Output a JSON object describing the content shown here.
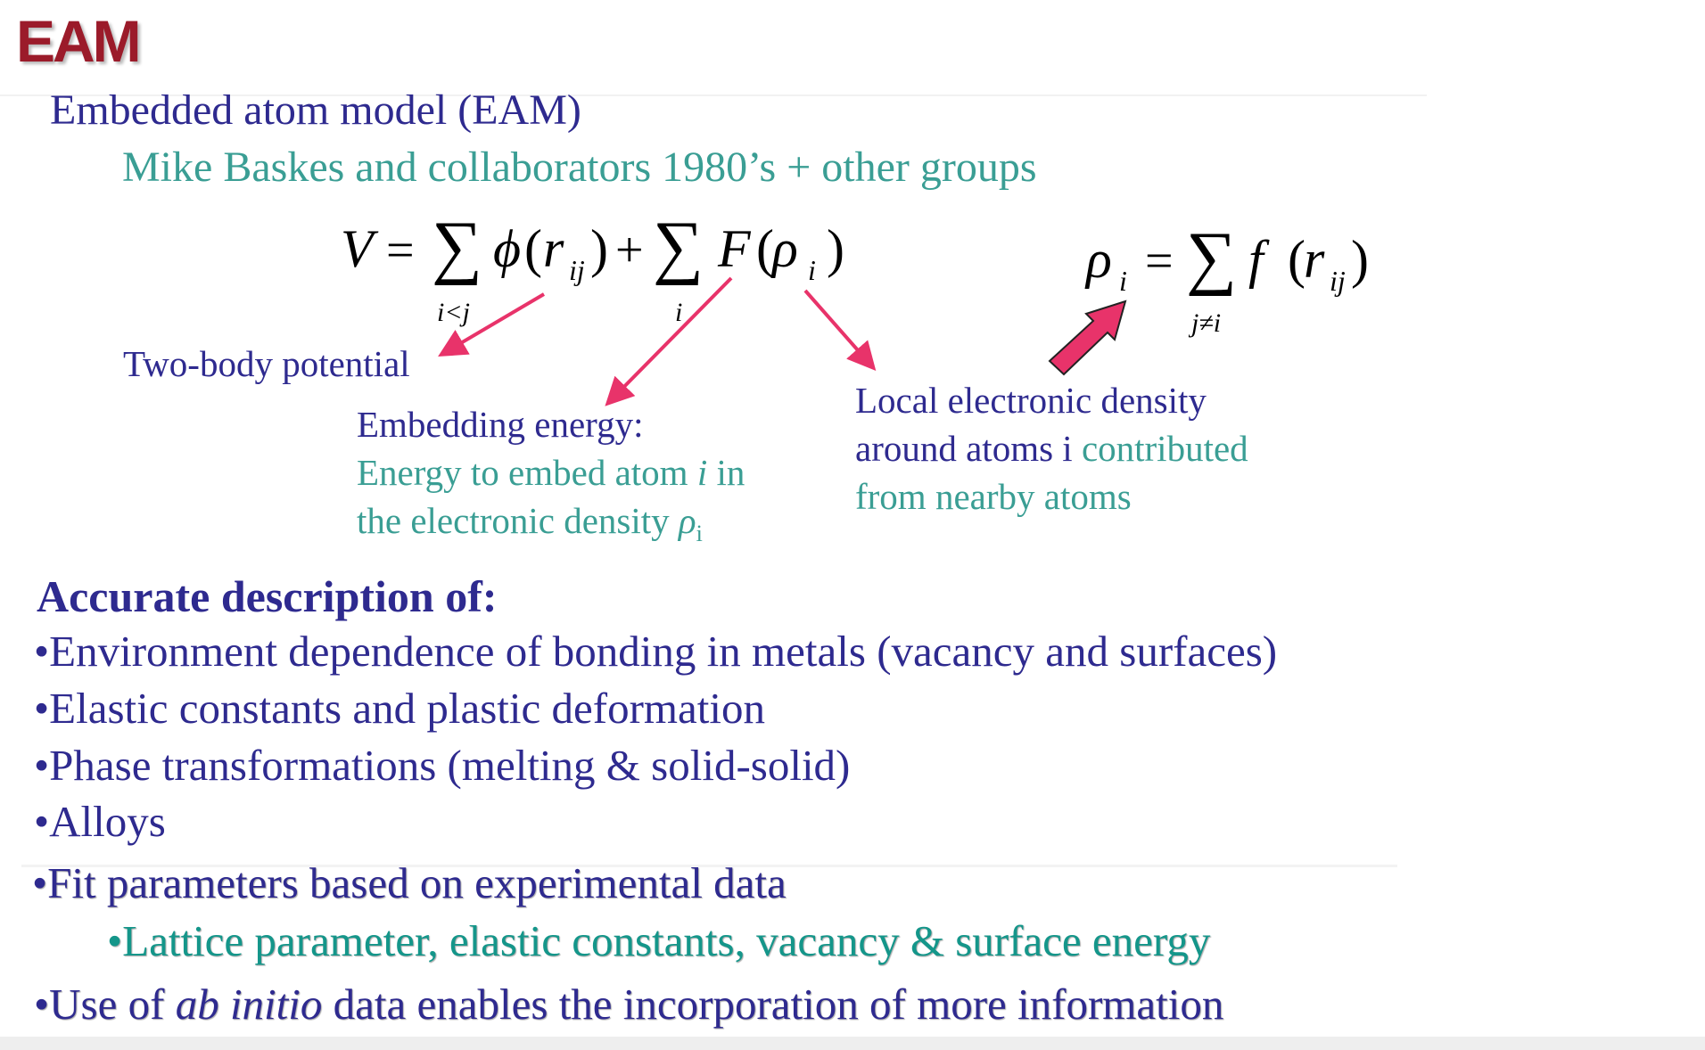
{
  "slide": {
    "title": "EAM",
    "heading": "Embedded atom model (EAM)",
    "subheading": "Mike Baskes and collaborators 1980’s + other groups"
  },
  "equation_energy": {
    "V": "V",
    "eq": "=",
    "sum1": "∑",
    "sum1_index": "i<j",
    "phi": "ϕ",
    "lp1": "(",
    "r1": "r",
    "r1_sub": "ij",
    "rp1": ")",
    "plus": "+",
    "sum2": "∑",
    "sum2_index": "i",
    "F": "F",
    "lp2": "(",
    "rho": "ρ",
    "rho_sub": "i",
    "rp2": ")"
  },
  "equation_density": {
    "rho": "ρ",
    "rho_sub": "i",
    "eq": "=",
    "sum": "∑",
    "sum_index": "j≠i",
    "f": "f",
    "lp": "(",
    "r": "r",
    "r_sub": "ij",
    "rp": ")"
  },
  "annotations": {
    "two_body": "Two-body potential",
    "embedding_title": "Embedding energy:",
    "embedding_line1_a": "Energy to embed atom ",
    "embedding_line1_i": "i",
    "embedding_line1_b": " in",
    "embedding_line2": "the electronic density ",
    "embedding_rho": "ρ",
    "embedding_rho_sub": "i",
    "local_line1": "Local electronic density",
    "local_line2_a": "around atoms i ",
    "local_line2_b": "contributed",
    "local_line3": "from nearby atoms"
  },
  "body": {
    "accurate_heading": "Accurate description of:",
    "bullets": [
      "•Environment dependence of bonding in metals (vacancy and surfaces)",
      "•Elastic constants and plastic deformation",
      "•Phase transformations (melting & solid-solid)",
      "•Alloys",
      "•Fit parameters based on experimental data"
    ],
    "sub_bullet": "•Lattice parameter, elastic constants, vacancy & surface energy",
    "last_bullet_a": "•Use of ",
    "last_bullet_italic": "ab initio",
    "last_bullet_b": " data enables the incorporation of more information"
  },
  "colors": {
    "title": "#9b1b2a",
    "navy": "#2e2a8f",
    "teal": "#3a9e94",
    "arrow": "#e8336a"
  }
}
